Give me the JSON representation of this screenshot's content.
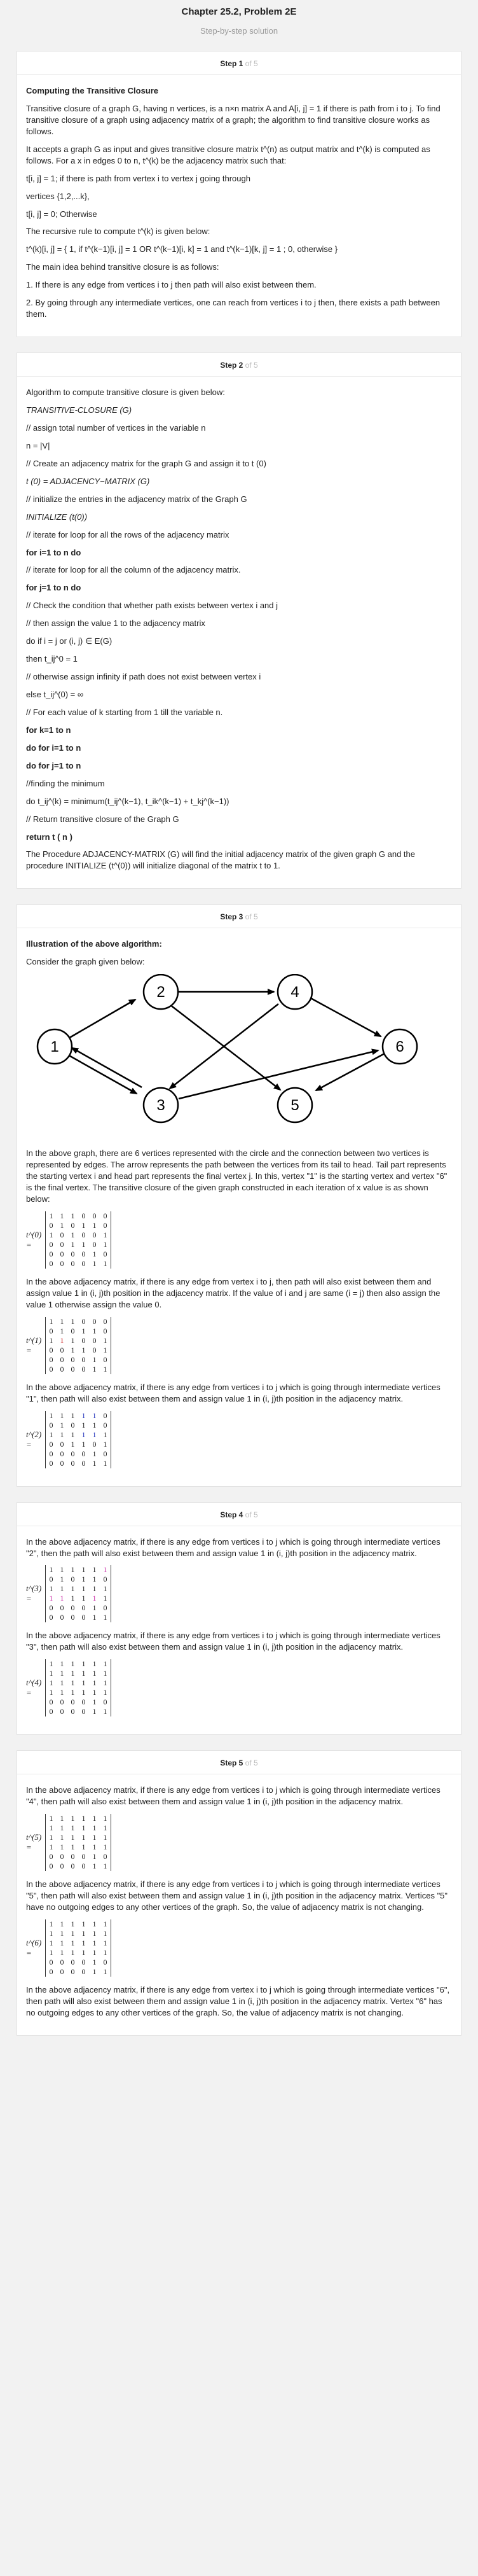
{
  "header": {
    "title": "Chapter 25.2, Problem 2E",
    "subtitle": "Step-by-step solution"
  },
  "steps": [
    {
      "label": "Step 1",
      "of": "of 5",
      "paras": [
        {
          "bold": true,
          "text": "Computing the Transitive Closure"
        },
        {
          "text": "Transitive closure of a graph G, having n vertices, is a  n×n matrix A and  A[i, j] = 1 if there is path from i to j. To find transitive closure of a graph using adjacency matrix of a graph; the algorithm to find transitive closure works as follows."
        },
        {
          "text": "It accepts a graph G as input and gives transitive closure matrix  t^(n) as output matrix and  t^(k) is computed as follows. For a x in edges 0 to n,   t^(k) be the adjacency matrix such that:"
        },
        {
          "text": "t[i, j] = 1; if there is path from vertex i to vertex j going through"
        },
        {
          "text": "vertices {1,2,...k},"
        },
        {
          "text": "t[i, j] = 0; Otherwise"
        },
        {
          "text": "The recursive rule to compute  t^(k) is given below:"
        },
        {
          "text": "t^(k)[i, j] = { 1, if t^(k−1)[i, j] = 1 OR t^(k−1)[i, k] = 1 and t^(k−1)[k, j] = 1 ;  0, otherwise }"
        },
        {
          "text": "The main idea behind transitive closure is as follows:"
        },
        {
          "text": "1. If there is any edge from vertices i to j then path will also exist between them."
        },
        {
          "text": "2. By going through any intermediate vertices, one can reach from vertices i to j then, there exists a path between them."
        }
      ]
    },
    {
      "label": "Step 2",
      "of": "of 5",
      "paras": [
        {
          "text": "Algorithm to compute transitive closure is given below:"
        },
        {
          "italic": true,
          "text": "TRANSITIVE-CLOSURE (G)"
        },
        {
          "text": "// assign total number of vertices in the variable n"
        },
        {
          "text": "n = |V|"
        },
        {
          "text": "// Create an adjacency matrix for the graph G and assign it to t (0)"
        },
        {
          "italic": true,
          "text": "t (0) = ADJACENCY−MATRIX (G)"
        },
        {
          "text": "// initialize the entries in the adjacency matrix of the Graph G"
        },
        {
          "italic": true,
          "text": "INITIALIZE (t(0))"
        },
        {
          "text": "// iterate for loop for all the rows of the adjacency matrix"
        },
        {
          "bold": true,
          "text": "for i=1 to n do"
        },
        {
          "text": "// iterate for loop for all the column of the adjacency matrix."
        },
        {
          "bold": true,
          "text": "for j=1 to n do"
        },
        {
          "text": "// Check the condition that whether path exists between vertex i and j"
        },
        {
          "text": "// then assign the value 1 to the adjacency matrix"
        },
        {
          "text": "do if i = j or  (i, j) ∈ E(G)"
        },
        {
          "text": "then  t_ij^0 = 1"
        },
        {
          "text": "// otherwise assign infinity if path does not exist between vertex i"
        },
        {
          "text": "else  t_ij^(0) = ∞"
        },
        {
          "text": "// For each value of k starting from 1 till the variable n."
        },
        {
          "bold": true,
          "text": "for k=1 to n"
        },
        {
          "bold": true,
          "text": "do for i=1 to n"
        },
        {
          "bold": true,
          "text": "do for j=1 to n"
        },
        {
          "text": "//finding the minimum"
        },
        {
          "text": "do  t_ij^(k) = minimum(t_ij^(k−1), t_ik^(k−1) + t_kj^(k−1))"
        },
        {
          "text": "// Return transitive closure of the Graph G"
        },
        {
          "bold": true,
          "text": "return t ( n )"
        },
        {
          "text": "The Procedure ADJACENCY-MATRIX (G) will find the initial adjacency matrix of the given graph G and the procedure INITIALIZE (t^(0)) will initialize diagonal of the matrix t to 1."
        }
      ]
    },
    {
      "label": "Step 3",
      "of": "of 5"
    },
    {
      "label": "Step 4",
      "of": "of 5"
    },
    {
      "label": "Step 5",
      "of": "of 5"
    }
  ],
  "step3": {
    "heading": "Illustration of the above algorithm:",
    "intro": "Consider the graph given below:",
    "graph_nodes": [
      "1",
      "2",
      "3",
      "4",
      "5",
      "6"
    ],
    "desc1": "In the above graph, there are 6 vertices represented with the circle and the connection between two vertices is represented by edges. The arrow represents the path between the vertices from its tail to head. Tail part represents the starting vertex i and head part represents the final vertex j. In this, vertex \"1\" is the starting vertex and vertex \"6\" is the final vertex. The transitive closure of the given graph constructed in each iteration of x value is as shown below:",
    "m0_label": "t^(0) =",
    "m0": [
      [
        1,
        1,
        1,
        0,
        0,
        0
      ],
      [
        0,
        1,
        0,
        1,
        1,
        0
      ],
      [
        1,
        0,
        1,
        0,
        0,
        1
      ],
      [
        0,
        0,
        1,
        1,
        0,
        1
      ],
      [
        0,
        0,
        0,
        0,
        1,
        0
      ],
      [
        0,
        0,
        0,
        0,
        1,
        1
      ]
    ],
    "desc2": "In the above adjacency matrix, if there is any edge from vertex i to j, then path will also exist between them and assign value 1 in (i, j)th position in the adjacency matrix. If the value of i and j are same (i = j) then also assign the value 1 otherwise assign the value 0.",
    "m1_label": "t^(1) =",
    "m1": [
      [
        1,
        1,
        1,
        0,
        0,
        0
      ],
      [
        0,
        1,
        0,
        1,
        1,
        0
      ],
      [
        1,
        1,
        1,
        0,
        0,
        1
      ],
      [
        0,
        0,
        1,
        1,
        0,
        1
      ],
      [
        0,
        0,
        0,
        0,
        1,
        0
      ],
      [
        0,
        0,
        0,
        0,
        1,
        1
      ]
    ],
    "desc3": "In the above adjacency matrix, if there is any edge from vertices i to j which is going through intermediate vertices \"1\", then path will also exist between them and assign value 1 in (i, j)th position in the adjacency matrix.",
    "m2_label": "t^(2) =",
    "m2": [
      [
        1,
        1,
        1,
        1,
        1,
        0
      ],
      [
        0,
        1,
        0,
        1,
        1,
        0
      ],
      [
        1,
        1,
        1,
        1,
        1,
        1
      ],
      [
        0,
        0,
        1,
        1,
        0,
        1
      ],
      [
        0,
        0,
        0,
        0,
        1,
        0
      ],
      [
        0,
        0,
        0,
        0,
        1,
        1
      ]
    ]
  },
  "step4": {
    "desc1": "In the above adjacency matrix, if there is any edge from vertices i to j which is going through intermediate vertices \"2\", then the path will also exist between them and assign value 1 in (i, j)th position in the adjacency matrix.",
    "m3_label": "t^(3) =",
    "m3": [
      [
        1,
        1,
        1,
        1,
        1,
        1
      ],
      [
        0,
        1,
        0,
        1,
        1,
        0
      ],
      [
        1,
        1,
        1,
        1,
        1,
        1
      ],
      [
        1,
        1,
        1,
        1,
        1,
        1
      ],
      [
        0,
        0,
        0,
        0,
        1,
        0
      ],
      [
        0,
        0,
        0,
        0,
        1,
        1
      ]
    ],
    "desc2": "In the above adjacency matrix, if there is any edge from vertices i to j which is going through intermediate vertices \"3\", then path will also exist between them and assign value 1 in (i, j)th position in the adjacency matrix.",
    "m4_label": "t^(4) =",
    "m4": [
      [
        1,
        1,
        1,
        1,
        1,
        1
      ],
      [
        1,
        1,
        1,
        1,
        1,
        1
      ],
      [
        1,
        1,
        1,
        1,
        1,
        1
      ],
      [
        1,
        1,
        1,
        1,
        1,
        1
      ],
      [
        0,
        0,
        0,
        0,
        1,
        0
      ],
      [
        0,
        0,
        0,
        0,
        1,
        1
      ]
    ]
  },
  "step5": {
    "desc1": "In the above adjacency matrix, if there is any edge from vertices i to j which is going through intermediate vertices \"4\", then path will also exist between them and assign value 1 in (i, j)th position in the adjacency matrix.",
    "m5_label": "t^(5) =",
    "m5": [
      [
        1,
        1,
        1,
        1,
        1,
        1
      ],
      [
        1,
        1,
        1,
        1,
        1,
        1
      ],
      [
        1,
        1,
        1,
        1,
        1,
        1
      ],
      [
        1,
        1,
        1,
        1,
        1,
        1
      ],
      [
        0,
        0,
        0,
        0,
        1,
        0
      ],
      [
        0,
        0,
        0,
        0,
        1,
        1
      ]
    ],
    "desc2": "In the above adjacency matrix, if there is any edge from vertices i to j which is going through intermediate vertices \"5\", then path will also exist between them and assign value 1 in (i, j)th position in the adjacency matrix. Vertices \"5\" have no outgoing edges to any other vertices of the graph. So, the value of adjacency matrix is not changing.",
    "m6_label": "t^(6) =",
    "m6": [
      [
        1,
        1,
        1,
        1,
        1,
        1
      ],
      [
        1,
        1,
        1,
        1,
        1,
        1
      ],
      [
        1,
        1,
        1,
        1,
        1,
        1
      ],
      [
        1,
        1,
        1,
        1,
        1,
        1
      ],
      [
        0,
        0,
        0,
        0,
        1,
        0
      ],
      [
        0,
        0,
        0,
        0,
        1,
        1
      ]
    ],
    "desc3": "In the above adjacency matrix, if there is any edge from vertex i to j which is going through intermediate vertices \"6\", then path will also exist between them and assign value 1 in (i, j)th position in the adjacency matrix. Vertex \"6\" has no outgoing edges to any other vertices of the graph. So, the value of adjacency matrix is not changing."
  },
  "colors": {
    "highlight_red": "#cc2222",
    "highlight_blue": "#2233bb",
    "highlight_pink": "#cc33aa"
  }
}
